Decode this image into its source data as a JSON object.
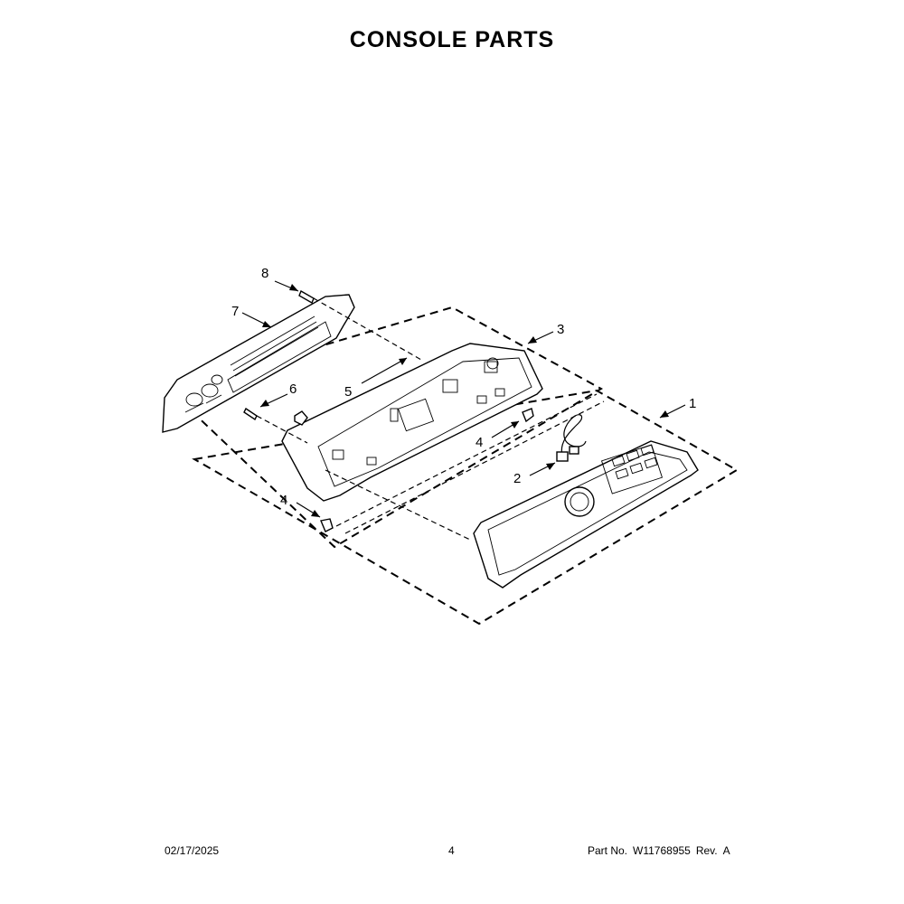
{
  "title": "CONSOLE PARTS",
  "callouts": [
    {
      "id": "c1",
      "label": "1"
    },
    {
      "id": "c2",
      "label": "2"
    },
    {
      "id": "c3",
      "label": "3"
    },
    {
      "id": "c4a",
      "label": "4"
    },
    {
      "id": "c4b",
      "label": "4"
    },
    {
      "id": "c5",
      "label": "5"
    },
    {
      "id": "c6",
      "label": "6"
    },
    {
      "id": "c7",
      "label": "7"
    },
    {
      "id": "c8",
      "label": "8"
    }
  ],
  "footer": {
    "date": "02/17/2025",
    "page": "4",
    "part_label": "Part No.",
    "part_number": "W11768955",
    "rev_label": "Rev.",
    "rev": "A"
  }
}
